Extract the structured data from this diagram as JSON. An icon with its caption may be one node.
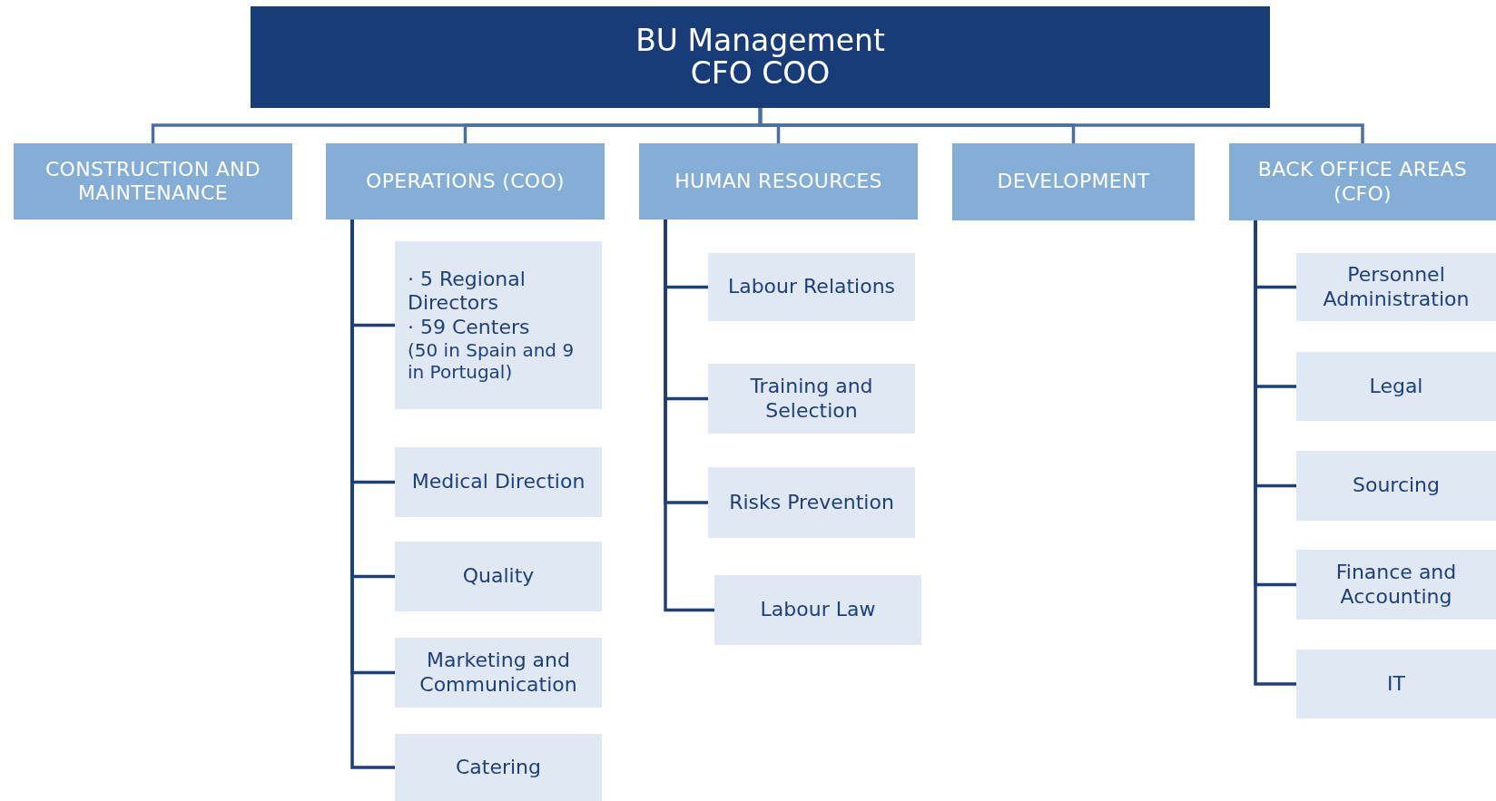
{
  "diagram": {
    "nodes": [
      {
        "text": [
          "BU Management",
          "CFO COO"
        ]
      },
      {
        "text": [
          "CONSTRUCTION AND MAINTENANCE"
        ]
      },
      {
        "text": [
          "OPERATIONS (COO)"
        ]
      },
      {
        "text": [
          "HUMAN RESOURCES"
        ]
      },
      {
        "text": [
          "DEVELOPMENT"
        ]
      },
      {
        "text": [
          "BACK OFFICE AREAS (CFO)"
        ]
      },
      {
        "text": [
          "· 5 Regional Directors",
          "· 59 Centers",
          "(50 in Spain and 9 in Portugal)"
        ]
      },
      {
        "text": [
          "Medical Direction"
        ]
      },
      {
        "text": [
          "Quality"
        ]
      },
      {
        "text": [
          "Marketing and Communication"
        ]
      },
      {
        "text": [
          "Catering"
        ]
      },
      {
        "text": [
          "Labour Relations"
        ]
      },
      {
        "text": [
          "Training and Selection"
        ]
      },
      {
        "text": [
          "Risks Prevention"
        ]
      },
      {
        "text": [
          "Labour Law"
        ]
      },
      {
        "text": [
          "Personnel Administration"
        ]
      },
      {
        "text": [
          "Legal"
        ]
      },
      {
        "text": [
          "Sourcing"
        ]
      },
      {
        "text": [
          "Finance and Accounting"
        ]
      },
      {
        "text": [
          "IT"
        ]
      }
    ],
    "edges": [
      {
        "from": 0,
        "to": 1,
        "arrow": "none",
        "color": "#4a6fa5"
      },
      {
        "from": 0,
        "to": 2,
        "arrow": "none",
        "color": "#4a6fa5"
      },
      {
        "from": 0,
        "to": 3,
        "arrow": "none",
        "color": "#4a6fa5"
      },
      {
        "from": 0,
        "to": 4,
        "arrow": "none",
        "color": "#4a6fa5"
      },
      {
        "from": 0,
        "to": 5,
        "arrow": "none",
        "color": "#4a6fa5"
      },
      {
        "from": 2,
        "to": 6,
        "arrow": "none"
      },
      {
        "from": 2,
        "to": 7,
        "arrow": "none"
      },
      {
        "from": 2,
        "to": 8,
        "arrow": "none"
      },
      {
        "from": 2,
        "to": 9,
        "arrow": "none"
      },
      {
        "from": 2,
        "to": 10,
        "arrow": "none"
      },
      {
        "from": 3,
        "to": 11,
        "arrow": "none"
      },
      {
        "from": 3,
        "to": 12,
        "arrow": "none"
      },
      {
        "from": 3,
        "to": 13,
        "arrow": "none"
      },
      {
        "from": 3,
        "to": 14,
        "arrow": "none"
      },
      {
        "from": 5,
        "to": 15,
        "arrow": "none"
      },
      {
        "from": 5,
        "to": 16,
        "arrow": "none"
      },
      {
        "from": 5,
        "to": 17,
        "arrow": "none"
      },
      {
        "from": 5,
        "to": 18,
        "arrow": "none"
      },
      {
        "from": 5,
        "to": 19,
        "arrow": "none"
      }
    ]
  }
}
